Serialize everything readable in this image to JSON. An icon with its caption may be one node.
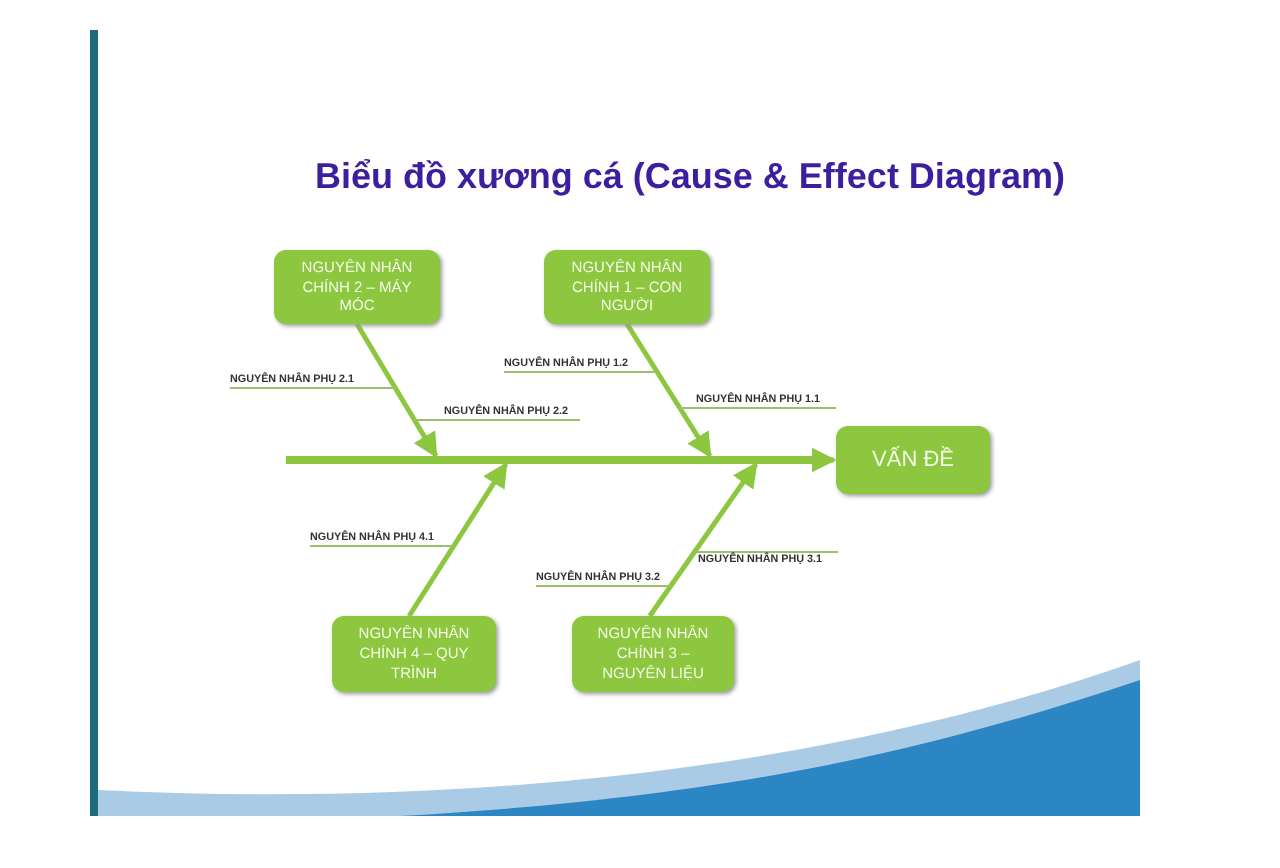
{
  "diagram": {
    "title": "Biểu đồ xương cá (Cause & Effect Diagram)",
    "nodes": [
      {
        "text": [
          "NGUYÊN NHÂN CHÍNH 2 – MÁY MÓC"
        ]
      },
      {
        "text": [
          "NGUYÊN NHÂN CHÍNH 1 – CON NGƯỜI"
        ]
      },
      {
        "text": [
          "NGUYÊN NHÂN PHỤ 1.2"
        ]
      },
      {
        "text": [
          "NGUYÊN NHÂN PHỤ 2.1"
        ]
      },
      {
        "text": [
          "NGUYÊN NHÂN PHỤ 1.1"
        ]
      },
      {
        "text": [
          "NGUYÊN NHÂN PHỤ 2.2"
        ]
      },
      {
        "text": [
          "VẤN ĐỀ"
        ]
      },
      {
        "text": [
          "NGUYÊN NHÂN PHỤ 4.1"
        ]
      },
      {
        "text": [
          "NGUYÊN NHÂN PHỤ 3.1"
        ]
      },
      {
        "text": [
          "NGUYÊN NHÂN PHỤ 3.2"
        ]
      },
      {
        "text": [
          "NGUYÊN NHÂN CHÍNH 4 – QUY TRÌNH"
        ]
      },
      {
        "text": [
          "NGUYÊN NHÂN CHÍNH 3 – NGUYÊN LIỆU"
        ]
      },
      {
        "text": [],
        "shape": "bar"
      }
    ],
    "edges": [
      {
        "from": 12,
        "to": 6,
        "arrow": "to",
        "style": "thick"
      },
      {
        "from": 0,
        "to": 12,
        "arrow": "to",
        "style": "thick"
      },
      {
        "from": 1,
        "to": 12,
        "arrow": "to",
        "style": "thick"
      },
      {
        "from": 10,
        "to": 12,
        "arrow": "to",
        "style": "thick"
      },
      {
        "from": 11,
        "to": 12,
        "arrow": "to",
        "style": "thick"
      },
      {
        "from": 3,
        "to": null,
        "arrow": "none"
      },
      {
        "from": 5,
        "to": null,
        "arrow": "none"
      },
      {
        "from": 2,
        "to": null,
        "arrow": "none"
      },
      {
        "from": 4,
        "to": null,
        "arrow": "none"
      },
      {
        "from": 7,
        "to": null,
        "arrow": "none"
      },
      {
        "from": 9,
        "to": null,
        "arrow": "none"
      },
      {
        "from": 8,
        "to": null,
        "arrow": "none"
      }
    ]
  }
}
